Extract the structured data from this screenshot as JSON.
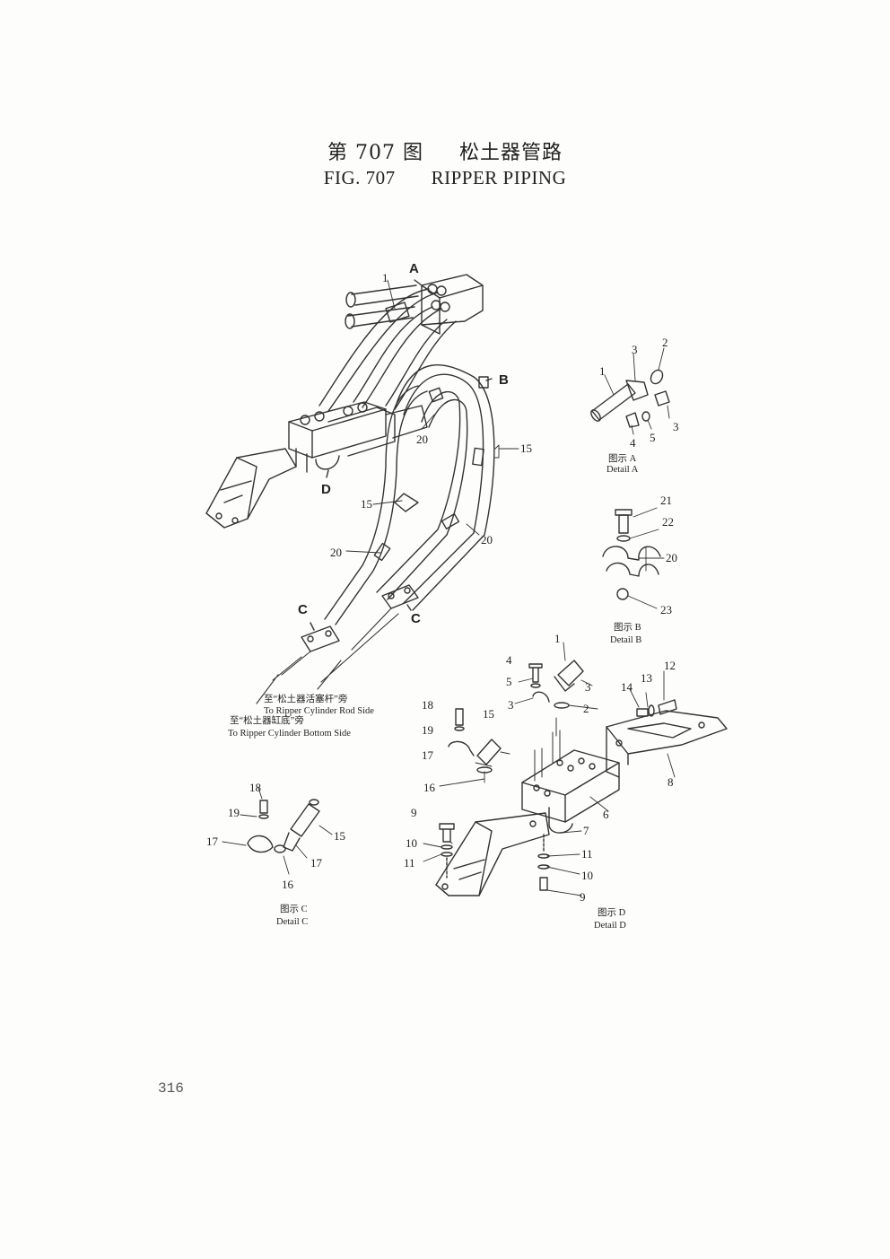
{
  "header": {
    "title_cn_fig": "第 707 图",
    "title_cn_name": "松土器管路",
    "title_en_fig": "FIG. 707",
    "title_en_name": "RIPPER PIPING"
  },
  "page_number": "316",
  "callouts": {
    "view_a": "A",
    "view_b": "B",
    "view_c": "C",
    "view_d": "D"
  },
  "routing": {
    "rod_side_cn": "至“松土器活塞杆”旁",
    "rod_side_en": "To Ripper Cylinder Rod Side",
    "bottom_side_cn": "至“松土器缸底”旁",
    "bottom_side_en": "To Ripper Cylinder Bottom Side"
  },
  "details": {
    "a": {
      "cn": "图示 A",
      "en": "Detail A"
    },
    "b": {
      "cn": "图示 B",
      "en": "Detail B"
    },
    "c": {
      "cn": "图示 C",
      "en": "Detail C"
    },
    "d": {
      "cn": "图示 D",
      "en": "Detail D"
    }
  },
  "part_numbers": {
    "n1": "1",
    "n2": "2",
    "n3": "3",
    "n4": "4",
    "n5": "5",
    "n6": "6",
    "n7": "7",
    "n8": "8",
    "n9": "9",
    "n10": "10",
    "n11": "11",
    "n12": "12",
    "n13": "13",
    "n14": "14",
    "n15": "15",
    "n16": "16",
    "n17": "17",
    "n18": "18",
    "n19": "19",
    "n20": "20",
    "n21": "21",
    "n22": "22",
    "n23": "23"
  }
}
